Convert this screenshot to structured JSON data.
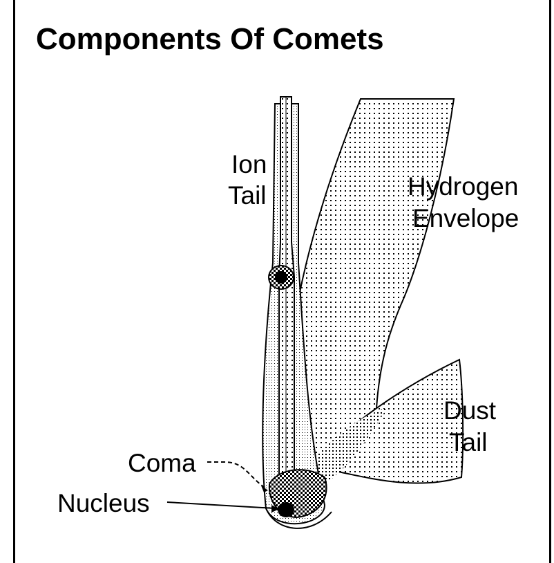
{
  "title": "Components Of Comets",
  "labels": {
    "ion_line1": "Ion",
    "ion_line2": "Tail",
    "hydrogen_line1": "Hydrogen",
    "hydrogen_line2": "Envelope",
    "dust_line1": "Dust",
    "dust_line2": "Tail",
    "coma": "Coma",
    "nucleus": "Nucleus"
  },
  "colors": {
    "ink": "#000000",
    "background": "#ffffff"
  }
}
